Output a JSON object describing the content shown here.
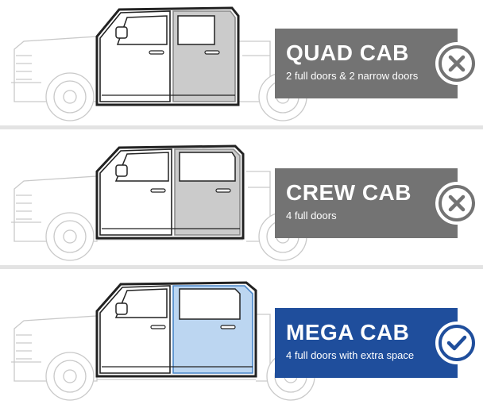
{
  "options": [
    {
      "title": "QUAD CAB",
      "subtitle": "2 full doors & 2 narrow doors",
      "status_icon": "x-icon",
      "box_color": "#737373",
      "door_fill": "#cbcbcb",
      "door_stroke": "#8a8a8a"
    },
    {
      "title": "CREW CAB",
      "subtitle": "4 full doors",
      "status_icon": "x-icon",
      "box_color": "#737373",
      "door_fill": "#cbcbcb",
      "door_stroke": "#8a8a8a"
    },
    {
      "title": "MEGA CAB",
      "subtitle": "4 full doors with extra space",
      "status_icon": "check-icon",
      "box_color": "#1f4e9c",
      "door_fill": "#bcd6f1",
      "door_stroke": "#4a86c8"
    }
  ]
}
